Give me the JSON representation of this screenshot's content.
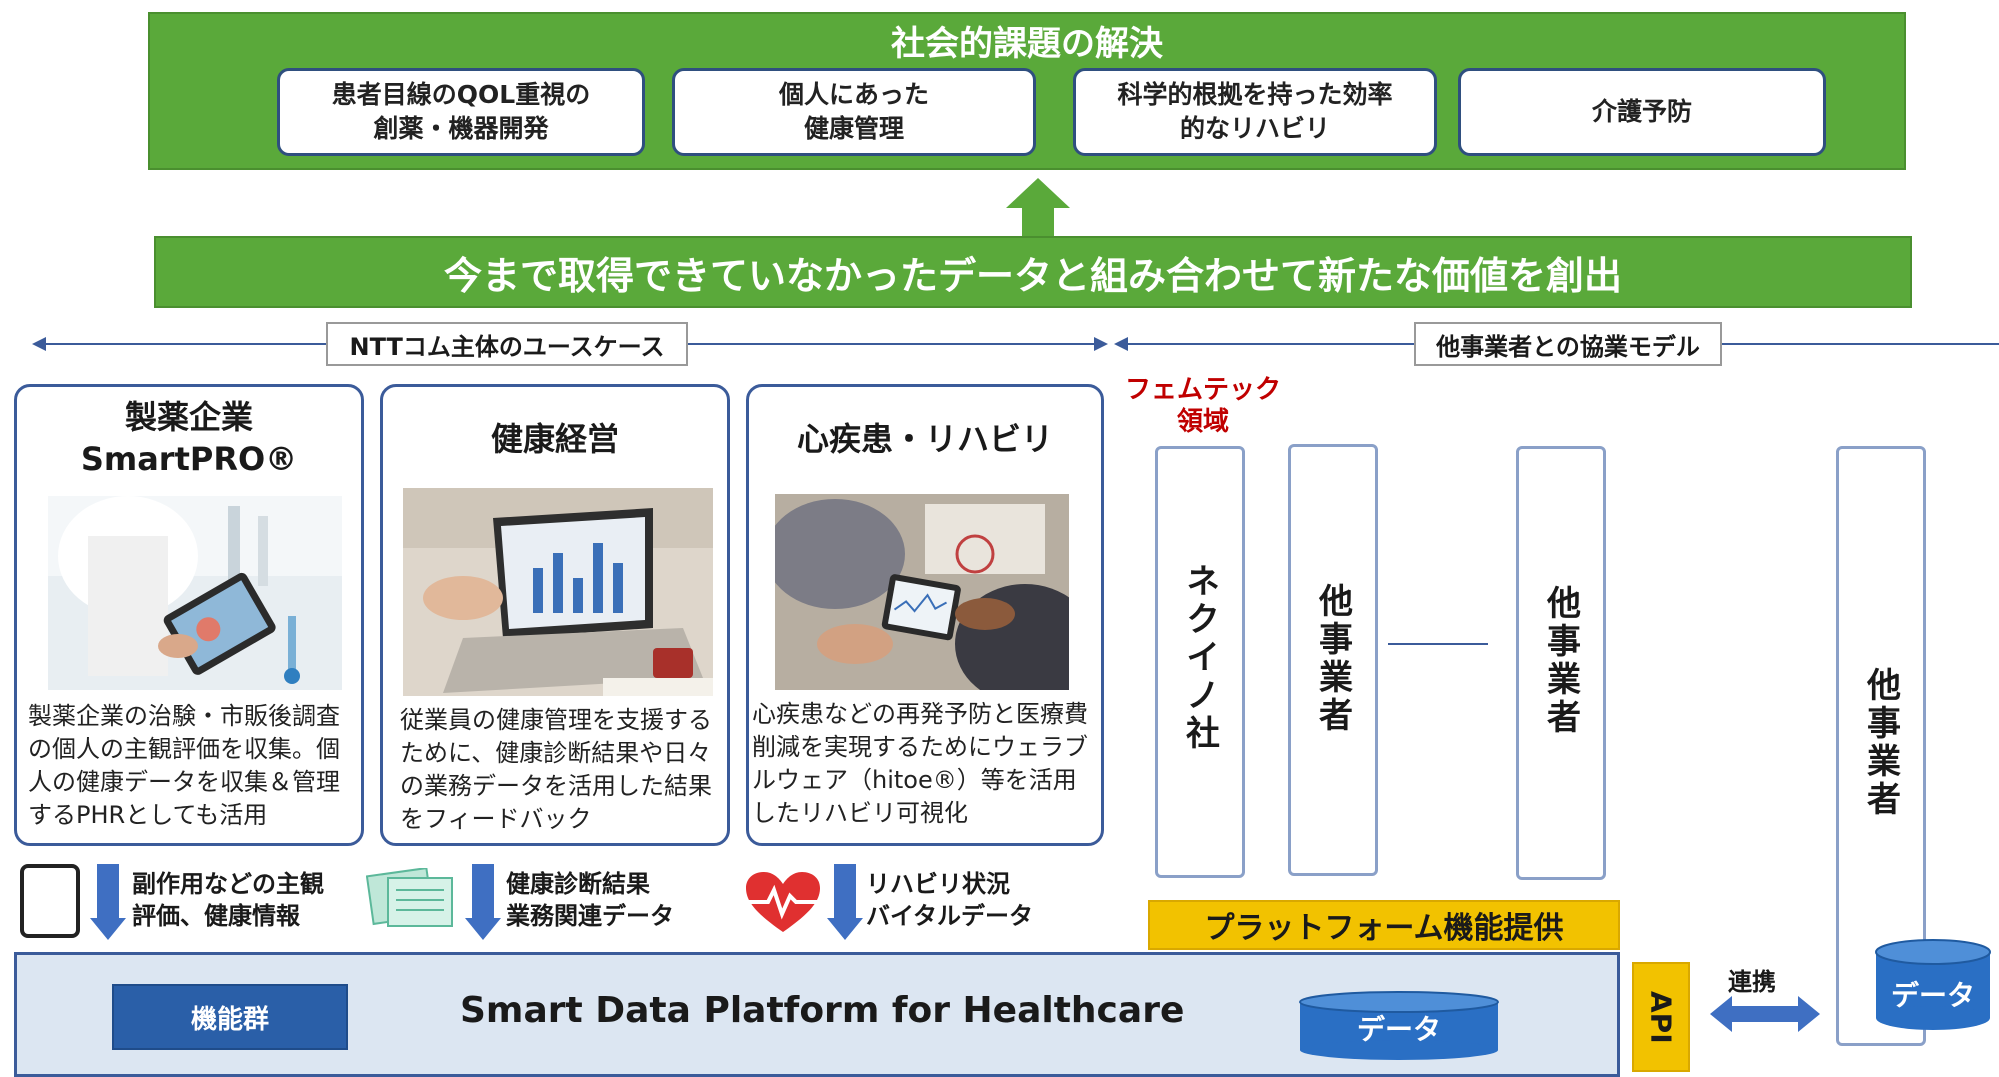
{
  "top_banner": {
    "title": "社会的課題の解決",
    "goals": [
      "患者目線のQOL重視の\n創薬・機器開発",
      "個人にあった\n健康管理",
      "科学的根拠を持った効率\n的なリハビリ",
      "介護予防"
    ]
  },
  "value_bar": {
    "text": "今まで取得できていなかったデータと組み合わせて新たな価値を創出"
  },
  "sections": {
    "left_label": "NTTコム主体のユースケース",
    "right_label": "他事業者との協業モデル"
  },
  "use_cases": [
    {
      "title": "製薬企業\nSmartPRO®",
      "description": "製薬企業の治験・市販後調査の個人の主観評価を収集。個人の健康データを収集＆管理するPHRとしても活用",
      "data_label": "副作用などの主観\n評価、健康情報",
      "data_icon": "smartphone-icon"
    },
    {
      "title": "健康経営",
      "description": "従業員の健康管理を支援するために、健康診断結果や日々の業務データを活用した結果をフィードバック",
      "data_label": "健康診断結果\n業務関連データ",
      "data_icon": "document-icon"
    },
    {
      "title": "心疾患・リハビリ",
      "description": "心疾患などの再発予防と医療費削減を実現するためにウェラブルウェア（hitoe®）等を活用したリハビリ可視化",
      "data_label": "リハビリ状況\nバイタルデータ",
      "data_icon": "heartbeat-icon"
    }
  ],
  "partners": {
    "femtech_label": "フェムテック\n領域",
    "columns": [
      "ネクイノ社",
      "他事業者",
      "他事業者",
      "他事業者"
    ]
  },
  "platform": {
    "offer_label": "プラットフォーム機能提供",
    "title": "Smart Data Platform for Healthcare",
    "function_label": "機能群",
    "data_label": "データ",
    "api_label": "API",
    "link_label": "連携",
    "external_data_label": "データ"
  },
  "colors": {
    "green": "#5aa93a",
    "navy": "#3b5b9a",
    "blue": "#2a5fa8",
    "yellow": "#f2c200",
    "red": "#c00000"
  }
}
